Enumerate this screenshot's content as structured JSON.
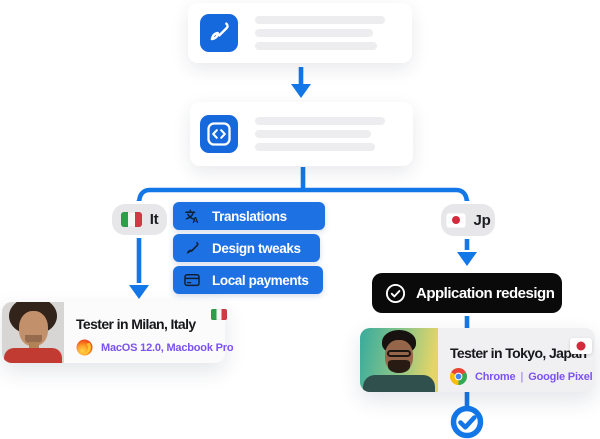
{
  "colors": {
    "accent_blue": "#1e71e3",
    "tile_blue": "#1668dd",
    "line_blue": "#1377e8",
    "pill_black": "#0a0a0b",
    "spec_purple": "#7c52f2",
    "italy_green": "#2f9e48",
    "italy_red": "#d03a44",
    "japan_red": "#d32a3c"
  },
  "pipeline": {
    "node1": {
      "icon": "paintbrush-icon",
      "skeleton_lines": 3
    },
    "node2": {
      "icon": "code-icon",
      "skeleton_lines": 3
    }
  },
  "italy_branch": {
    "badge_label": "It",
    "flag": "italy-flag",
    "tasks": [
      {
        "icon": "translate-icon",
        "label": "Translations"
      },
      {
        "icon": "paintbrush-icon",
        "label": "Design tweaks"
      },
      {
        "icon": "credit-card-icon",
        "label": "Local payments"
      }
    ],
    "tester_card": {
      "title": "Tester in Milan, Italy",
      "browser_icon": "firefox-icon",
      "spec": "MacOS 12.0, Macbook Pro",
      "flag": "italy-flag"
    }
  },
  "japan_branch": {
    "badge_label": "Jp",
    "flag": "japan-flag",
    "milestone": {
      "icon": "check-circle-icon",
      "label": "Application redesign"
    },
    "tester_card": {
      "title": "Tester in Tokyo, Japan",
      "browser_icon": "chrome-icon",
      "spec_browser": "Chrome",
      "spec_separator": "|",
      "spec_device": "Google Pixel",
      "flag": "japan-flag"
    }
  },
  "flow_end": {
    "icon": "check-circle-icon"
  }
}
